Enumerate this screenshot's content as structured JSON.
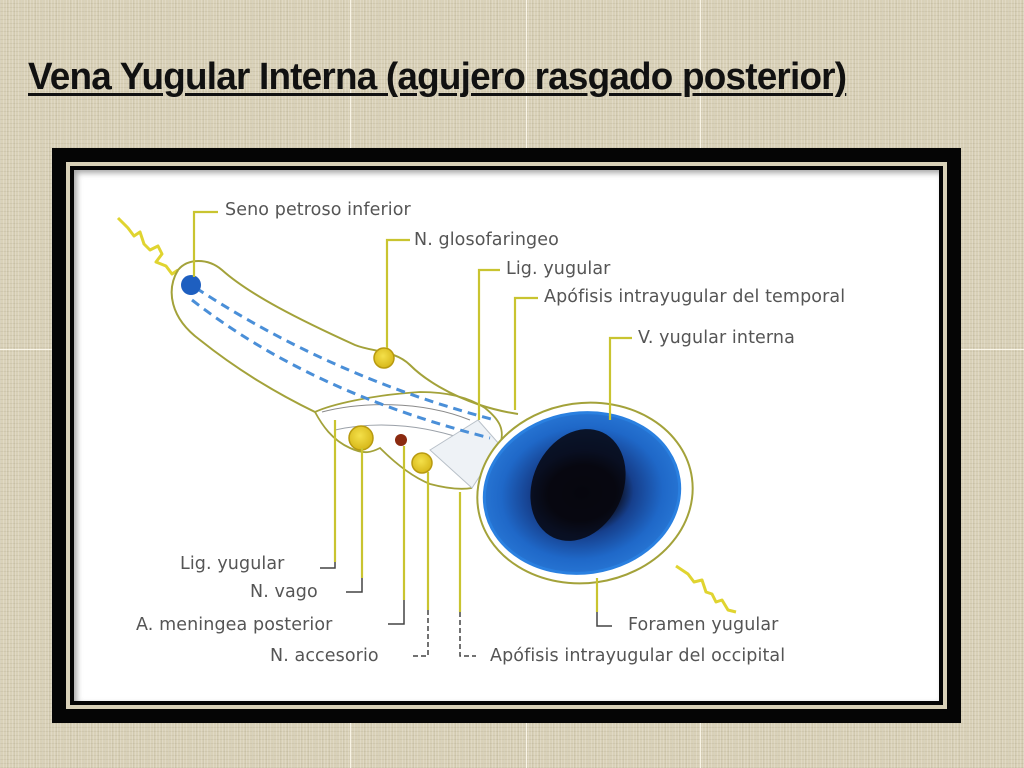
{
  "slide": {
    "title": "Vena Yugular Interna (agujero rasgado posterior)"
  },
  "diagram": {
    "labels": {
      "seno_petroso_inferior": "Seno petroso inferior",
      "n_glosofaringeo": "N. glosofaringeo",
      "lig_yugular_top": "Lig. yugular",
      "apofisis_temporal": "Apófisis intrayugular del temporal",
      "v_yugular_interna": "V. yugular interna",
      "lig_yugular_bottom": "Lig. yugular",
      "n_vago": "N. vago",
      "a_meningea_posterior": "A. meningea posterior",
      "n_accesorio": "N. accesorio",
      "apofisis_occipital": "Apófisis intrayugular del occipital",
      "foramen_yugular": "Foramen yugular"
    },
    "colors": {
      "vein_blue": "#1e6fd0",
      "vein_core": "#0a0a14",
      "nerve_yellow": "#e8d21e",
      "outline_olive": "#9a9a3a",
      "artery_red": "#8b2a10",
      "dashed_blue": "#4a8fd8",
      "label_gray": "#555555"
    }
  }
}
